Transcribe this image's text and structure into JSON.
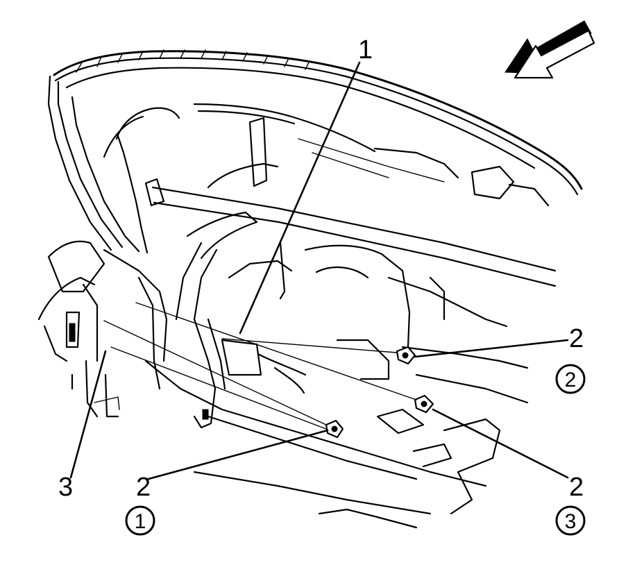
{
  "callouts": {
    "c1": "1",
    "c2_top": "2",
    "c2_mid": "2",
    "c2_bottom": "2",
    "c3": "3"
  },
  "step_markers": {
    "s1": "1",
    "s2": "2",
    "s3": "3"
  },
  "colors": {
    "ink": "#000000",
    "paper": "#ffffff"
  },
  "icons": {
    "direction": "view-direction-arrow-icon",
    "fastener": "bolt-icon"
  }
}
